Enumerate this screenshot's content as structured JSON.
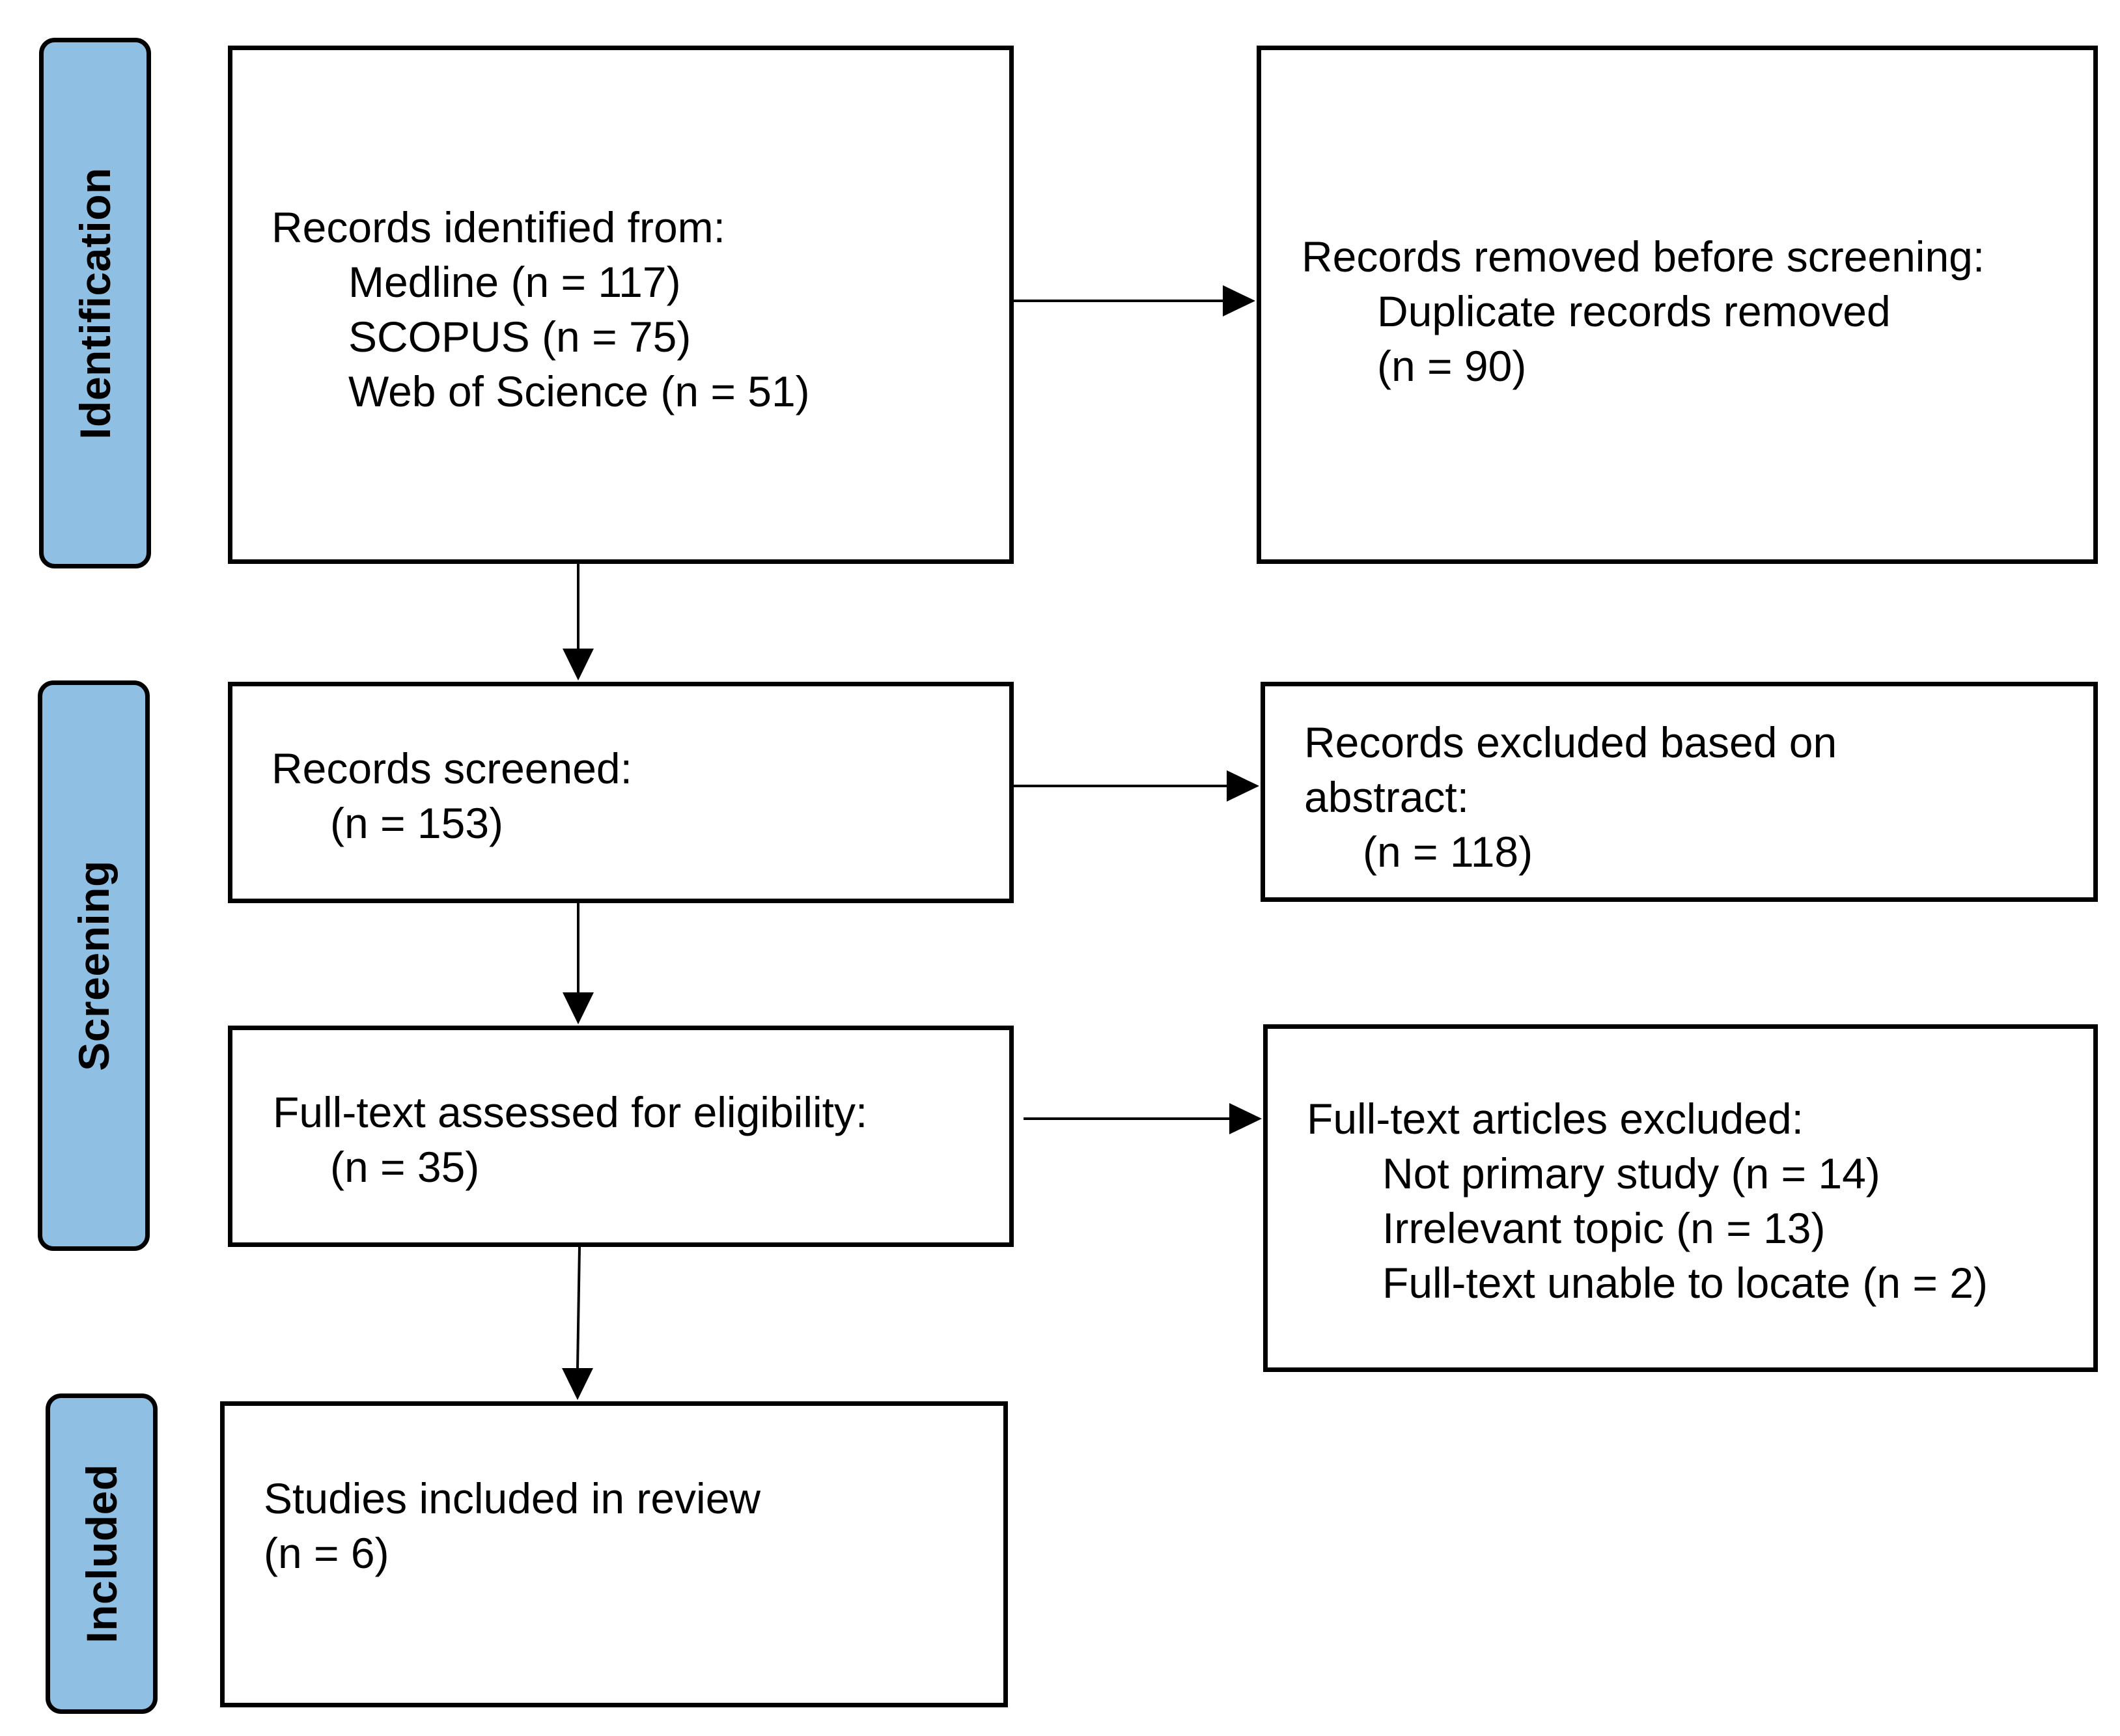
{
  "phases": {
    "identification": "Identification",
    "screening": "Screening",
    "included": "Included"
  },
  "identified": {
    "heading": "Records identified from:",
    "sources": [
      "Medline (n = 117)",
      "SCOPUS (n = 75)",
      "Web of Science (n = 51)"
    ]
  },
  "removed": {
    "heading": "Records removed before screening:",
    "detail": "Duplicate records removed",
    "count": "(n = 90)"
  },
  "screened": {
    "heading": "Records screened:",
    "count": "(n = 153)"
  },
  "excluded_abstract": {
    "heading_line1": "Records excluded based on",
    "heading_line2": "abstract:",
    "count": "(n = 118)"
  },
  "fulltext": {
    "heading": "Full-text assessed for eligibility:",
    "count": "(n = 35)"
  },
  "fulltext_excluded": {
    "heading": "Full-text articles excluded:",
    "reasons": [
      "Not primary study (n = 14)",
      "Irrelevant topic (n = 13)",
      "Full-text unable to locate (n = 2)"
    ]
  },
  "included": {
    "heading": "Studies included in review",
    "count": "(n = 6)"
  }
}
